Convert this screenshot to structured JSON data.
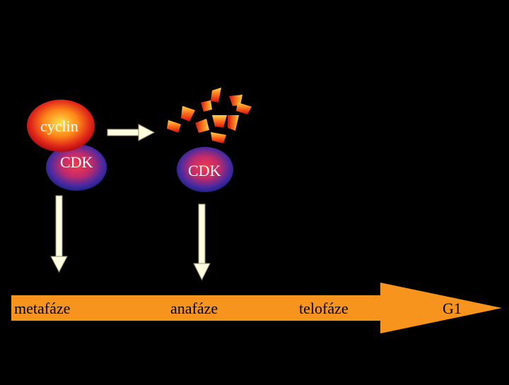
{
  "labels": {
    "cyclin": "cyclin",
    "cdk_left": "CDK",
    "cdk_right": "CDK"
  },
  "timeline": {
    "stages": [
      "metafáze",
      "anafáze",
      "telofáze",
      "G1"
    ]
  },
  "colors": {
    "background": "#000000",
    "timeline_arrow": "#f7941d",
    "pointer_arrow_fill": "#fffde0",
    "pointer_arrow_stroke": "#a09070",
    "cdk_outer": "#2a2a9a",
    "cdk_inner": "#d8305a",
    "cyclin_outer": "#cc1010",
    "cyclin_inner": "#ffd24a"
  }
}
